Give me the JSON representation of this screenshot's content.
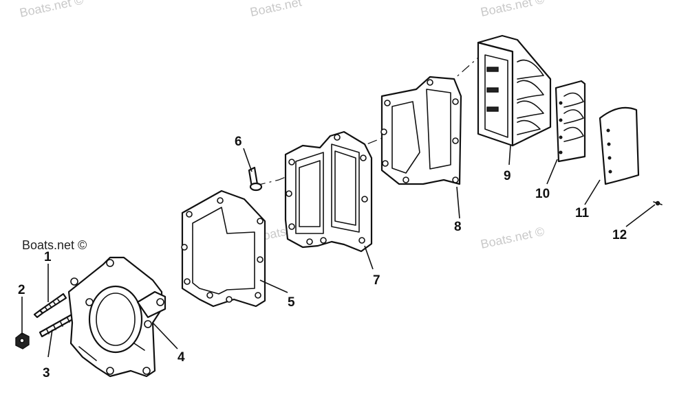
{
  "watermark": {
    "text": "Boats.net ©",
    "clipped_text": "Boats.net",
    "color": "#c9c9c9"
  },
  "callouts": {
    "c1": "1",
    "c2": "2",
    "c3": "3",
    "c4": "4",
    "c5": "5",
    "c6": "6",
    "c7": "7",
    "c8": "8",
    "c9": "9",
    "c10": "10",
    "c11": "11",
    "c12": "12"
  },
  "colors": {
    "line": "#111111",
    "background": "#ffffff"
  }
}
